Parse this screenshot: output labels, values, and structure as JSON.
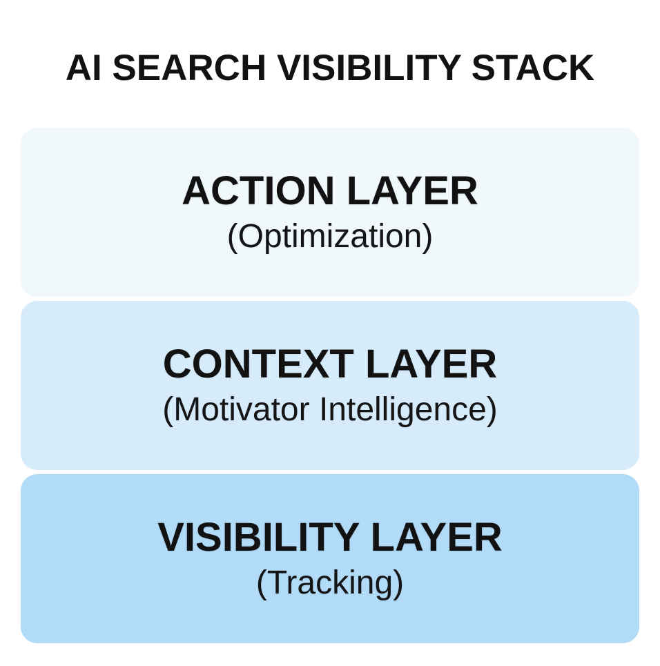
{
  "title": "AI SEARCH VISIBILITY STACK",
  "colors": {
    "page_bg": "#ffffff",
    "text": "#121212",
    "layer_action_bg": "#f0f8fc",
    "layer_context_bg": "#d6ecfb",
    "layer_visibility_bg": "#b2dbf8"
  },
  "layers": [
    {
      "label": "ACTION LAYER",
      "sublabel": "(Optimization)",
      "bg": "#f0f8fc"
    },
    {
      "label": "CONTEXT LAYER",
      "sublabel": "(Motivator Intelligence)",
      "bg": "#d6ecfb"
    },
    {
      "label": "VISIBILITY LAYER",
      "sublabel": "(Tracking)",
      "bg": "#b2dbf8"
    }
  ]
}
